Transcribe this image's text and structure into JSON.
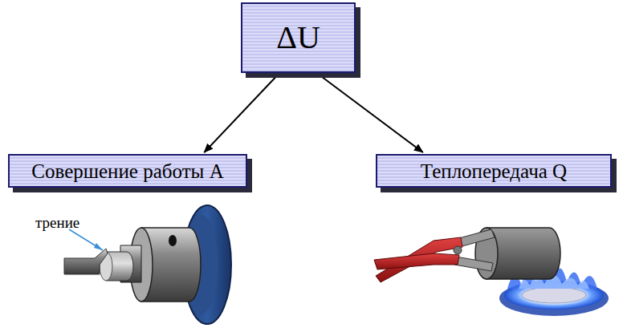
{
  "diagram": {
    "nodes": [
      {
        "text": [
          "ΔU"
        ]
      },
      {
        "text": [
          "Совершение работы А"
        ]
      },
      {
        "text": [
          "Теплопередача Q"
        ]
      }
    ],
    "edges": [
      {
        "from": 0,
        "to": 1,
        "arrow": "to"
      },
      {
        "from": 0,
        "to": 2,
        "arrow": "to"
      }
    ],
    "labels": [
      "трение"
    ]
  }
}
